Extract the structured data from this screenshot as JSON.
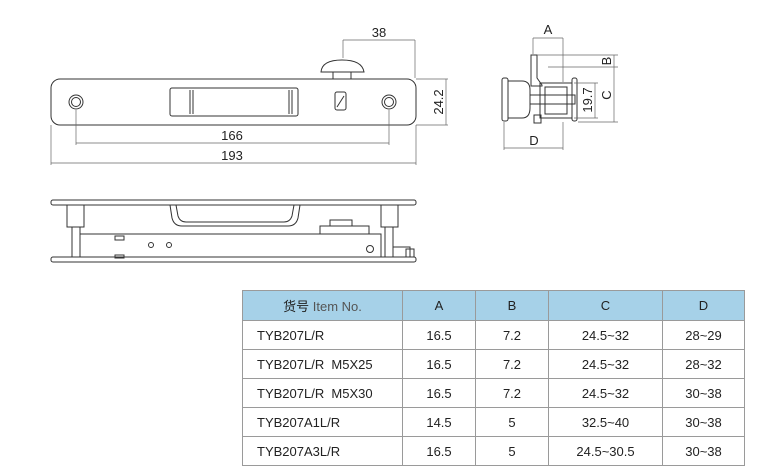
{
  "drawing": {
    "top_view": {
      "dim_overall": "193",
      "dim_holes": "166",
      "dim_height": "24.2",
      "dim_knob": "38"
    },
    "end_view": {
      "label_a": "A",
      "label_b": "B",
      "label_c": "C",
      "label_d": "D",
      "dim_19_7": "19.7"
    }
  },
  "table": {
    "headers": {
      "item_cn": "货号",
      "item_en": "Item No.",
      "a": "A",
      "b": "B",
      "c": "C",
      "d": "D"
    },
    "rows": [
      {
        "item": "TYB207L/R",
        "a": "16.5",
        "b": "7.2",
        "c": "24.5~32",
        "d": "28~29"
      },
      {
        "item": "TYB207L/R  M5X25",
        "a": "16.5",
        "b": "7.2",
        "c": "24.5~32",
        "d": "28~32"
      },
      {
        "item": "TYB207L/R  M5X30",
        "a": "16.5",
        "b": "7.2",
        "c": "24.5~32",
        "d": "30~38"
      },
      {
        "item": "TYB207A1L/R",
        "a": "14.5",
        "b": "5",
        "c": "32.5~40",
        "d": "30~38"
      },
      {
        "item": "TYB207A3L/R",
        "a": "16.5",
        "b": "5",
        "c": "24.5~30.5",
        "d": "30~38"
      }
    ]
  }
}
